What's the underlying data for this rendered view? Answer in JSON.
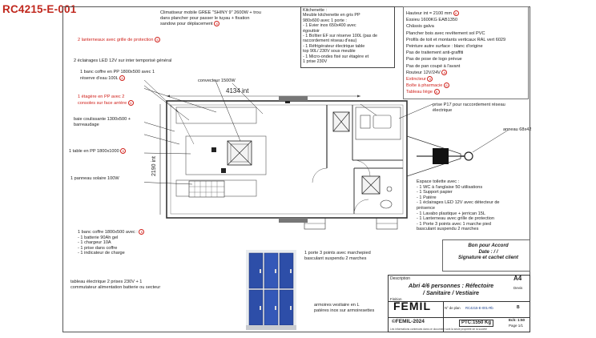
{
  "doc_ref": "RC4215-E-001",
  "left_labels": [
    {
      "text": "2 lanterneaux avec grille de protection",
      "red": true,
      "num": "6"
    },
    {
      "text": "2 éclairages LED 12V sur inter temporisé général",
      "red": false,
      "num": ""
    },
    {
      "text": "1 banc coffre en PP 1800x500 avec 1",
      "red": false,
      "num": ""
    },
    {
      "text": "réserve d'eau 100L",
      "red": false,
      "num": "6"
    },
    {
      "text": "1 étagère en PP avec 2",
      "red": true,
      "num": ""
    },
    {
      "text": "consoles sur face arrière",
      "red": true,
      "num": "6"
    },
    {
      "text": "baie coulissante 1300x500 +",
      "red": false,
      "num": ""
    },
    {
      "text": "barreaudage",
      "red": false,
      "num": ""
    },
    {
      "text": "1 table en PP 1800x1000",
      "red": false,
      "num": "6"
    },
    {
      "text": "1 panneau solaire 100W",
      "red": false,
      "num": ""
    }
  ],
  "top_labels": {
    "climatiseur": [
      "Climatiseur mobile GREE \"SHINY 9\" 2600W + trou",
      "dans plancher pour passer le tuyau + fixation",
      "sandow pour déplacement"
    ],
    "num_climatiseur": "6",
    "convecteur": "convecteur 1500W",
    "dimension": "4134 int",
    "dimension_side": "2190 int"
  },
  "kitchen_box": [
    "Kitchenette :",
    "Meuble kitchenette en gris PP",
    "980x600 avec 1 porte :",
    "- 1 Evier inox 650x400 avec",
    "égouttoir",
    "- 1 Boîtier EF sur réserve 100L (pas de",
    "raccordement réseau d'eau)",
    "- 1 Réfrigérateur électrique table",
    "top 90L/ 230V sous meuble",
    "- 1 Micro-ondes fixé sur étagère et",
    "1 prise 230V"
  ],
  "spec_box": [
    {
      "text": "Hauteur int = 2100 mm",
      "red": false,
      "num": "A"
    },
    {
      "text": "Essieu 1600KG EAB1350",
      "red": false,
      "num": ""
    },
    {
      "text": "Châssis galva",
      "red": false,
      "num": ""
    },
    {
      "text": "Plancher bois avec revêtement sol PVC",
      "red": false,
      "num": ""
    },
    {
      "text": "Profils de toit et montants verticaux RAL vert 6029",
      "red": false,
      "num": ""
    },
    {
      "text": "Peinture autre surface : blanc d'origine",
      "red": false,
      "num": ""
    },
    {
      "text": "Pas de traitement anti-graffiti",
      "red": false,
      "num": ""
    },
    {
      "text": "Pas de pose de logo prévue",
      "red": false,
      "num": ""
    },
    {
      "text": "Pas de pan coupé à l'avant",
      "red": false,
      "num": ""
    },
    {
      "text": "Routeur 12V/24V",
      "red": false,
      "num": "A"
    },
    {
      "text": "Extincteur",
      "red": true,
      "num": "6"
    },
    {
      "text": "Boîte à pharmacie",
      "red": true,
      "num": "6"
    },
    {
      "text": "Tableau liège",
      "red": true,
      "num": "6"
    }
  ],
  "right_labels": {
    "prise": [
      "prise P17 pour raccordement réseau",
      "électrique"
    ],
    "anneau": "anneau 68x42",
    "toilette": [
      "Espace toilette avec :",
      "- 1 WC à l'anglaise 50 utilisations",
      "- 1 Support papier",
      "- 1 Patère",
      "- 1 éclairages LED 12V avec détecteur de",
      "présence",
      "- 1 Lavabo plastique + jerrican 15L",
      "- 1 Lanterneau avec grille de protection",
      "- 1 Porte 3 points avec 1 marche pied",
      "basculant suspendu 2 marches"
    ]
  },
  "bottom_labels": {
    "banc_coffre": [
      "1 banc coffre 1800x500 avec :",
      "- 1 batterie 90Ah gel",
      "- 1 chargeur 10A",
      "- 1 prise dans coffre",
      "- 1 indicateur de charge"
    ],
    "num_banc": "6",
    "tableau": [
      "tableau électrique 2 prises 230V + 1",
      "commutateur alimentation batterie ou secteur"
    ],
    "porte": [
      "1 porte 3 points avec marchepied",
      "basculant suspendu 2 marches"
    ],
    "armoires": [
      "armoires vestiaire en L",
      "patères inox sur armoiresettes"
    ]
  },
  "signature": [
    "Bon pour Accord",
    "Date :    /    /",
    "Signature et cachet client"
  ],
  "title_block": {
    "description_label": "Description",
    "title_lines": [
      "Abri 4/6 personnes : Réfectoire",
      "/ Sanitaire / Vestiaire"
    ],
    "format": "A4",
    "devis": "Devis",
    "finition": "Finition",
    "brand": "FEMIL",
    "plan_label": "N° de plan",
    "plan_no": "RC4215-E-001-Rb",
    "indice": "B",
    "copyright": "©FEMIL-2024",
    "ptc": "PTC:1550 Kg",
    "echelle": "Ech: 1:50",
    "page": "Page 1/1",
    "footer": "Les informations contenues dans ce document sont la seule propriété de la société"
  }
}
